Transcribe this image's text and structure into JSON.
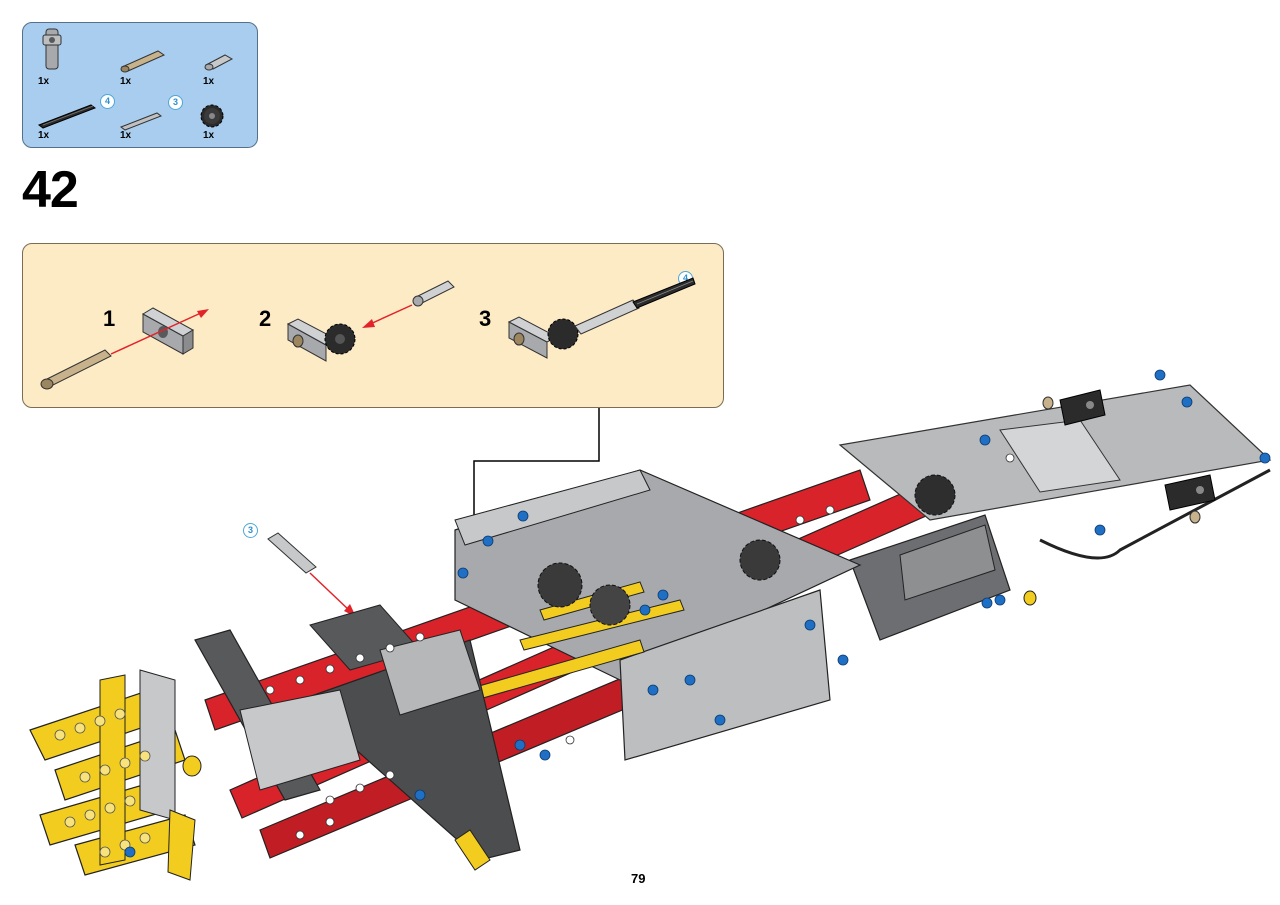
{
  "parts_list": {
    "items": [
      {
        "name": "connector-part",
        "qty": "1x"
      },
      {
        "name": "tan-axle-part",
        "qty": "1x"
      },
      {
        "name": "bush-part",
        "qty": "1x"
      },
      {
        "name": "black-axle-part",
        "qty": "1x",
        "length": "4"
      },
      {
        "name": "gray-axle-part",
        "qty": "1x",
        "length": "3"
      },
      {
        "name": "gear-part",
        "qty": "1x"
      }
    ]
  },
  "step": {
    "number": "42"
  },
  "substeps": [
    {
      "label": "1"
    },
    {
      "label": "2"
    },
    {
      "label": "3"
    }
  ],
  "substep_callout": "4",
  "main_callout": "3",
  "page": {
    "number": "79"
  },
  "colors": {
    "parts_bg": "#a9cdee",
    "substep_bg": "#fdebc6",
    "red": "#d8232a",
    "yellow": "#f2cd1f",
    "gray": "#a7a9ac",
    "dark_gray": "#58595b",
    "blue": "#1f6fc4",
    "arrow": "#e3232a"
  }
}
